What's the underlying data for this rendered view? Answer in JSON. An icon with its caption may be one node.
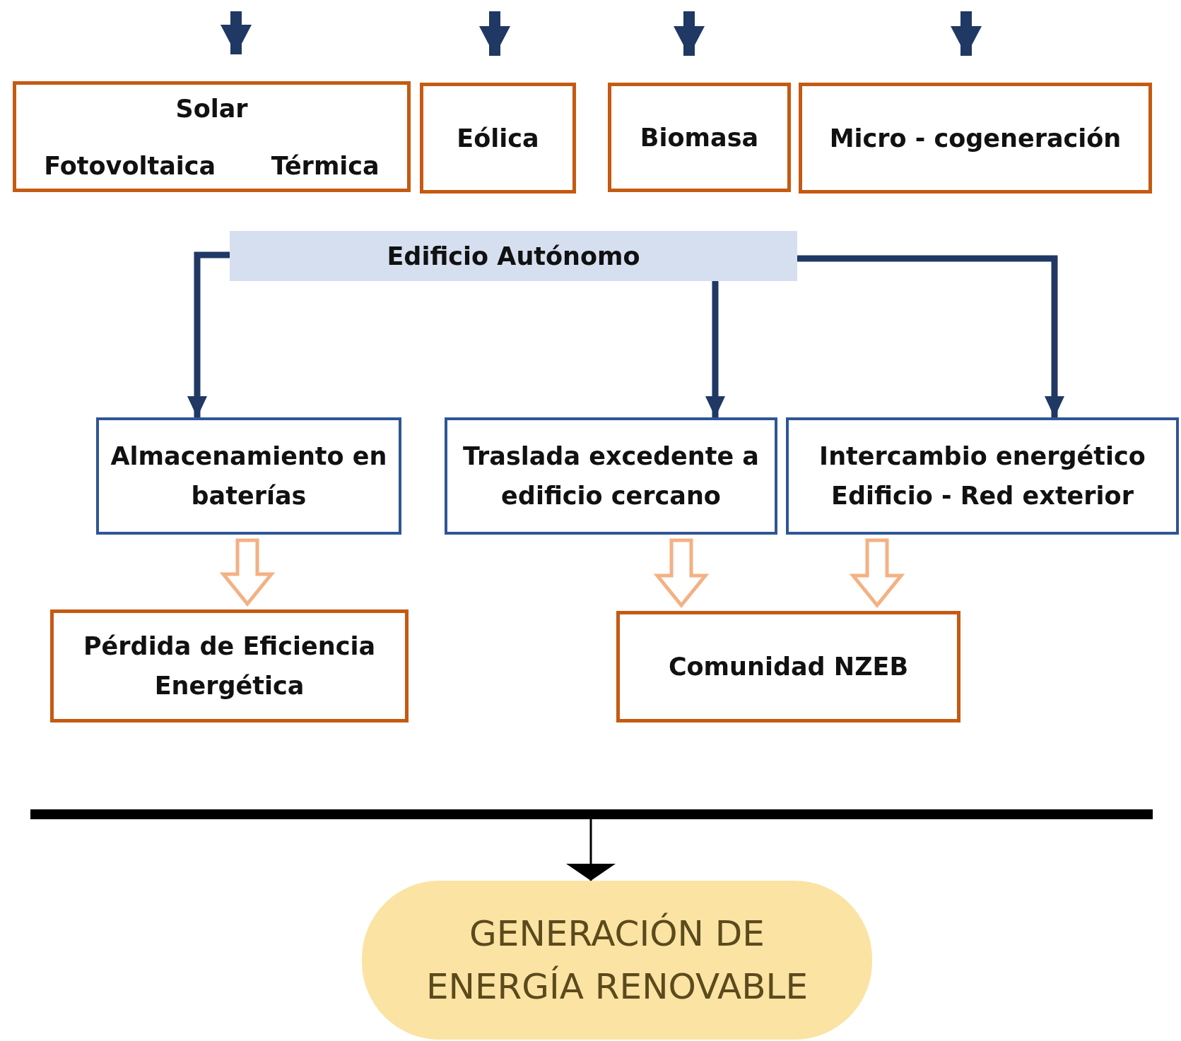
{
  "diagram": {
    "nodes": [
      {
        "text": [
          "Solar",
          "Fotovoltaica",
          "Térmica"
        ]
      },
      {
        "text": [
          "Eólica"
        ]
      },
      {
        "text": [
          "Biomasa"
        ]
      },
      {
        "text": [
          "Micro - cogeneración"
        ]
      },
      {
        "text": [
          "Edificio Autónomo"
        ]
      },
      {
        "text": [
          "Almacenamiento en baterías"
        ]
      },
      {
        "text": [
          "Traslada excedente a edificio cercano"
        ]
      },
      {
        "text": [
          "Intercambio energético Edificio - Red exterior"
        ]
      },
      {
        "text": [
          "Pérdida de Eficiencia Energética"
        ]
      },
      {
        "text": [
          "Comunidad NZEB"
        ]
      },
      {
        "text": [],
        "shape": "bar"
      },
      {
        "text": [
          "GENERACIÓN DE ENERGÍA RENOVABLE"
        ]
      }
    ],
    "edges": [
      {
        "from": null,
        "to": 0,
        "arrow": "to"
      },
      {
        "from": null,
        "to": 1,
        "arrow": "to"
      },
      {
        "from": null,
        "to": 2,
        "arrow": "to"
      },
      {
        "from": null,
        "to": 3,
        "arrow": "to"
      },
      {
        "from": 4,
        "to": 5,
        "arrow": "to"
      },
      {
        "from": 4,
        "to": 6,
        "arrow": "to"
      },
      {
        "from": 4,
        "to": 7,
        "arrow": "to"
      },
      {
        "from": 5,
        "to": 8,
        "arrow": "to",
        "style": "thick",
        "color": "#f4b183"
      },
      {
        "from": 6,
        "to": 9,
        "arrow": "to",
        "style": "thick",
        "color": "#f4b183"
      },
      {
        "from": 7,
        "to": 9,
        "arrow": "to",
        "style": "thick",
        "color": "#f4b183"
      },
      {
        "from": 10,
        "to": 11,
        "arrow": "to",
        "color": "#000000"
      }
    ]
  }
}
